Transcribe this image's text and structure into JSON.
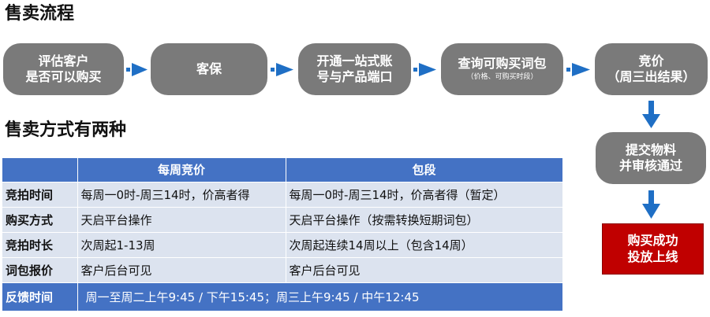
{
  "titles": {
    "process": "售卖流程",
    "methods": "售卖方式有两种"
  },
  "flow": {
    "step1": {
      "line1": "评估客户",
      "line2": "是否可以购买"
    },
    "step2": {
      "line1": "客保"
    },
    "step3": {
      "line1": "开通一站式账",
      "line2": "号与产品端口"
    },
    "step4": {
      "line1": "查询可购买词包",
      "note": "（价格、可购买时段）"
    },
    "step5": {
      "line1": "竞价",
      "line2": "（周三出结果）"
    },
    "step6": {
      "line1": "提交物料",
      "line2": "并审核通过"
    },
    "result": {
      "line1": "购买成功",
      "line2": "投放上线"
    }
  },
  "colors": {
    "pill": "#7a7a7a",
    "arrow": "#1f6fc5",
    "table_header": "#4472c4",
    "table_body": "#dce3ef",
    "result": "#c00000"
  },
  "table": {
    "headers": [
      "",
      "每周竞价",
      "包段"
    ],
    "rows": [
      {
        "label": "竞拍时间",
        "weekly": "每周一0时-周三14时，价高者得",
        "segment": "每周一0时-周三14时，价高者得（暂定）"
      },
      {
        "label": "购买方式",
        "weekly": "天启平台操作",
        "segment": "天启平台操作（按需转换短期词包）"
      },
      {
        "label": "竞拍时长",
        "weekly": "次周起1-13周",
        "segment": "次周起连续14周以上（包含14周）"
      },
      {
        "label": "词包报价",
        "weekly": "客户后台可见",
        "segment": "客户后台可见"
      }
    ],
    "feedback": {
      "label": "反馈时间",
      "value": "周一至周二上午9:45 / 下午15:45；周三上午9:45 / 中午12:45"
    }
  }
}
